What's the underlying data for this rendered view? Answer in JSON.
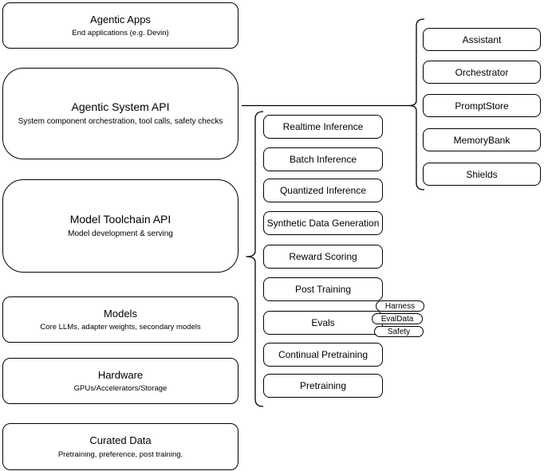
{
  "stack": [
    {
      "title": "Agentic Apps",
      "subtitle": "End applications (e.g. Devin)"
    },
    {
      "title": "Agentic System API",
      "subtitle": "System component orchestration, tool calls, safety checks"
    },
    {
      "title": "Model Toolchain API",
      "subtitle": "Model development & serving"
    },
    {
      "title": "Models",
      "subtitle": "Core LLMs, adapter weights, secondary models"
    },
    {
      "title": "Hardware",
      "subtitle": "GPUs/Accelerators/Storage"
    },
    {
      "title": "Curated Data",
      "subtitle": "Pretraining, preference, post training."
    }
  ],
  "toolchain": {
    "services": [
      "Realtime Inference",
      "Batch Inference",
      "Quantized Inference",
      "Synthetic Data Generation",
      "Reward Scoring",
      "Post Training",
      "Evals",
      "Continual Pretraining",
      "Pretraining"
    ],
    "eval_tags": [
      "Harness",
      "EvalData",
      "Safety"
    ]
  },
  "components": [
    "Assistant",
    "Orchestrator",
    "PromptStore",
    "MemoryBank",
    "Shields"
  ],
  "colors": {
    "stroke": "#000000",
    "fill": "#ffffff",
    "text": "#000000",
    "canvas": "#ffffff"
  }
}
